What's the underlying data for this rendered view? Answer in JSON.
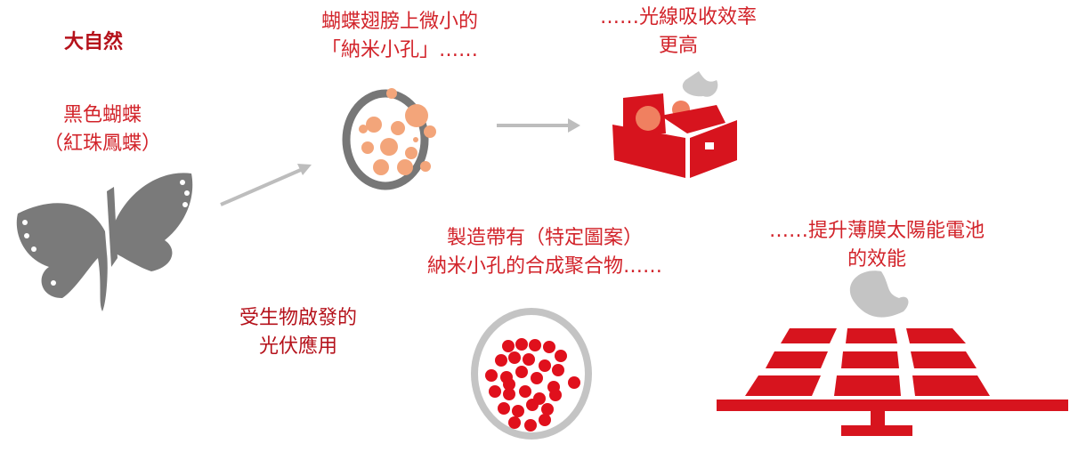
{
  "nature": {
    "heading": "大自然",
    "subject_line1": "黑色蝴蝶",
    "subject_line2": "（紅珠鳳蝶）"
  },
  "step1": {
    "line1": "蝴蝶翅膀上微小的",
    "line2": "「納米小孔」……"
  },
  "step2": {
    "line1": "……光線吸收效率",
    "line2": "更高"
  },
  "inspired": {
    "line1": "受生物啟發的",
    "line2": "光伏應用"
  },
  "step3": {
    "line1": "製造帶有（特定圖案）",
    "line2": "納米小孔的合成聚合物……"
  },
  "step4": {
    "line1": "……提升薄膜太陽能電池",
    "line2": "的效能"
  },
  "colors": {
    "red": "#d7141e",
    "dark_red": "#b5121b",
    "gray": "#7a7a7a",
    "light_gray": "#bdbdbd",
    "orange": "#f3a57a"
  }
}
